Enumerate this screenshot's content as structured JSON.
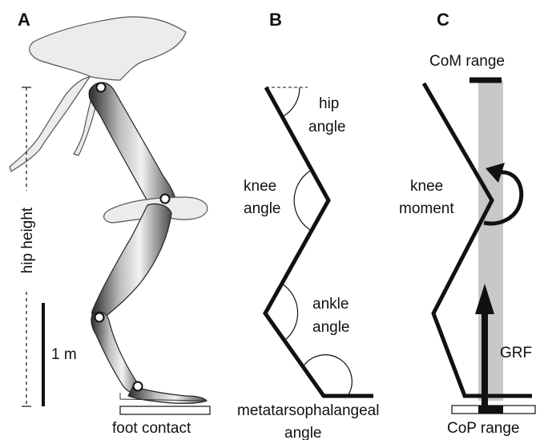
{
  "panels": {
    "a": {
      "letter": "A",
      "hip_height_label": "hip height",
      "scale_label": "1 m",
      "foot_contact_label": "foot contact"
    },
    "b": {
      "letter": "B",
      "hip_angle_line1": "hip",
      "hip_angle_line2": "angle",
      "knee_angle_line1": "knee",
      "knee_angle_line2": "angle",
      "ankle_angle_line1": "ankle",
      "ankle_angle_line2": "angle",
      "mtp_angle_line1": "metatarsophalangeal",
      "mtp_angle_line2": "angle"
    },
    "c": {
      "letter": "C",
      "com_range_label": "CoM range",
      "knee_moment_line1": "knee",
      "knee_moment_line2": "moment",
      "grf_label": "GRF",
      "cop_range_label": "CoP range"
    }
  },
  "colors": {
    "ink": "#111111",
    "bone_fill": "#ececec",
    "bone_dark": "#555555",
    "range_band": "#c8c8c8"
  }
}
